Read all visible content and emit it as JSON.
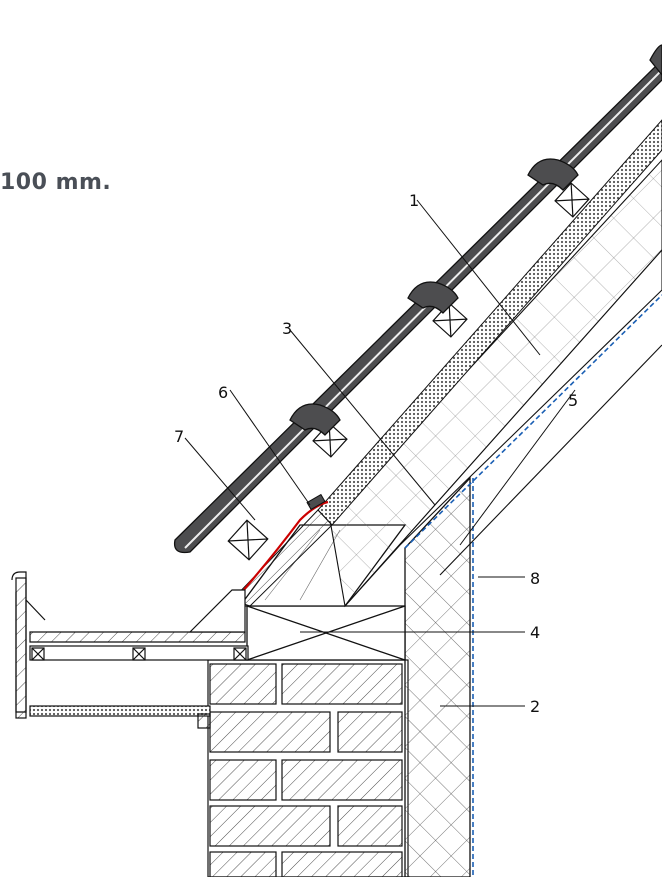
{
  "caption": {
    "text": "100 mm."
  },
  "callouts": [
    "1",
    "2",
    "3",
    "4",
    "5",
    "6",
    "7",
    "8"
  ],
  "colors": {
    "tile": "#4d4d4f",
    "flashing": "#cc0000",
    "membrane": "#1a5fb4",
    "line": "#111111"
  }
}
